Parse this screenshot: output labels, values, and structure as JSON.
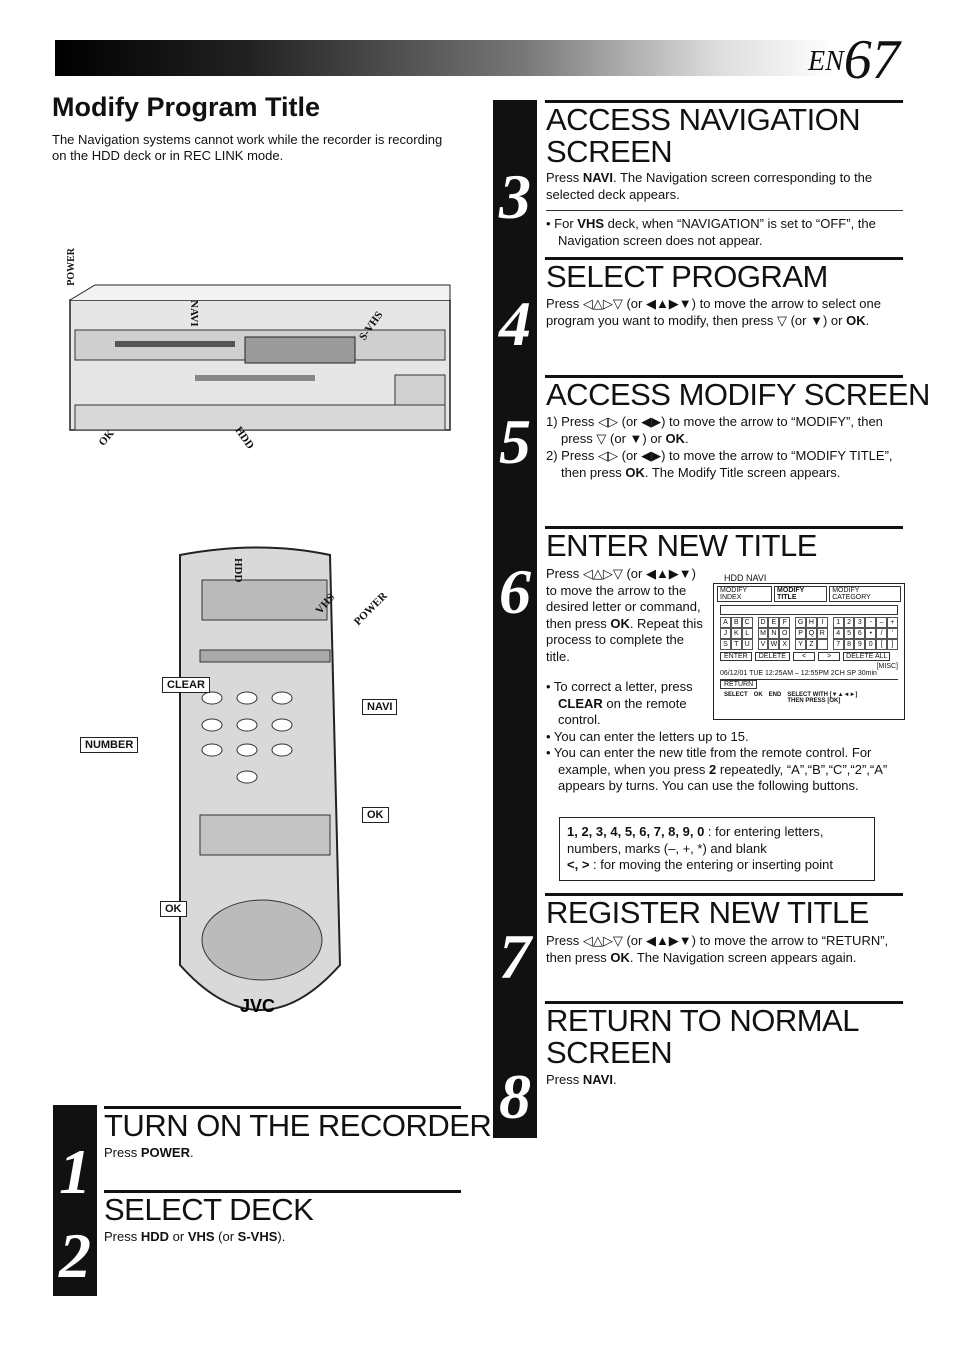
{
  "header": {
    "lang": "EN",
    "page": "67"
  },
  "main_title": "Modify Program Title",
  "intro": "The Navigation systems cannot work while the recorder is recording on the HDD deck or in REC LINK mode.",
  "recorder_labels": {
    "power": "POWER",
    "navi": "NAVI",
    "svhs": "S-VHS",
    "ok": "OK",
    "hdd": "HDD"
  },
  "remote_labels": {
    "hdd": "HDD",
    "vhs": "VHS",
    "power": "POWER",
    "clear": "CLEAR",
    "navi": "NAVI",
    "number": "NUMBER",
    "ok1": "OK",
    "ok2": "OK",
    "brand": "JVC"
  },
  "steps": {
    "s1": {
      "num": "1",
      "title": "TURN ON THE RECORDER",
      "pre": "Press ",
      "b1": "POWER",
      "post": "."
    },
    "s2": {
      "num": "2",
      "title": "SELECT DECK",
      "pre": "Press ",
      "b1": "HDD",
      "mid1": " or ",
      "b2": "VHS",
      "mid2": " (or ",
      "b3": "S-VHS",
      "post": ")."
    },
    "s3": {
      "num": "3",
      "title": "ACCESS NAVIGATION SCREEN",
      "pre": "Press ",
      "b1": "NAVI",
      "post": ". The Navigation screen corresponding to the selected deck appears.",
      "bullet_pre": "• For ",
      "bullet_b": "VHS",
      "bullet_post": " deck, when “NAVIGATION” is set to “OFF”, the Navigation screen does not appear."
    },
    "s4": {
      "num": "4",
      "title": "SELECT PROGRAM",
      "pre": "Press ◁△▷▽ (or ◀▲▶▼) to move the arrow to select one program you want to modify, then press ▽ (or ▼) or ",
      "b1": "OK",
      "post": "."
    },
    "s5": {
      "num": "5",
      "title": "ACCESS MODIFY SCREEN",
      "l1_pre": "1) Press ◁▷ (or ◀▶) to move the arrow to “MODIFY”, then press ▽ (or ▼) or ",
      "l1_b": "OK",
      "l1_post": ".",
      "l2_pre": "2) Press ◁▷ (or ◀▶) to move the arrow to “MODIFY TITLE”, then press ",
      "l2_b": "OK",
      "l2_post": ". The Modify Title screen appears."
    },
    "s6": {
      "num": "6",
      "title": "ENTER NEW TITLE",
      "p_pre": "Press ◁△▷▽ (or ◀▲▶▼) to move the arrow to the desired letter or command, then press ",
      "p_b": "OK",
      "p_post": ". Repeat this process to complete the title.",
      "b1_pre": "• To correct a letter, press ",
      "b1_b": "CLEAR",
      "b1_post": " on the remote control.",
      "b2": "• You can enter the letters up to 15.",
      "b3_pre": "• You can enter the new title from the remote control. For example, when you press ",
      "b3_b": "2",
      "b3_post": " repeatedly, “A”,“B”,“C”,“2”,“A” appears by turns. You can use the following buttons.",
      "box_l1_b": "1, 2, 3, 4, 5, 6, 7, 8, 9, 0",
      "box_l1": " : for entering letters, numbers, marks (–, +, *) and blank",
      "box_l2_b": "<, >",
      "box_l2": " : for moving the entering or inserting point"
    },
    "s7": {
      "num": "7",
      "title": "REGISTER NEW TITLE",
      "pre": "Press ◁△▷▽ (or ◀▲▶▼) to move the arrow to “RETURN”, then press ",
      "b1": "OK",
      "post": ". The Navigation screen appears again."
    },
    "s8": {
      "num": "8",
      "title": "RETURN TO NORMAL SCREEN",
      "pre": "Press ",
      "b1": "NAVI",
      "post": "."
    }
  },
  "osd": {
    "title": "HDD NAVI",
    "tabs": [
      "MODIFY INDEX",
      "MODIFY TITLE",
      "MODIFY CATEGORY"
    ],
    "rows": [
      [
        "A",
        "B",
        "C",
        "D",
        "E",
        "F",
        "G",
        "H",
        "I",
        "1",
        "2",
        "3",
        "-",
        "–",
        "+"
      ],
      [
        "J",
        "K",
        "L",
        "M",
        "N",
        "O",
        "P",
        "Q",
        "R",
        "4",
        "5",
        "6",
        "•",
        "/",
        "'"
      ],
      [
        "S",
        "T",
        "U",
        "V",
        "W",
        "X",
        "Y",
        "Z",
        "",
        "7",
        "8",
        "9",
        "0",
        "[",
        "]"
      ]
    ],
    "cmds": [
      "ENTER",
      "DELETE",
      "<",
      ">",
      "DELETE ALL"
    ],
    "misc": "[MISC]",
    "info": "06/12/01 TUE 12:25AM – 12:55PM   2CH   SP  30min",
    "return": "RETURN",
    "foot": [
      "SELECT",
      "OK",
      "END",
      "SELECT WITH  [▼▲◄►]",
      "THEN PRESS      [OK]"
    ]
  }
}
